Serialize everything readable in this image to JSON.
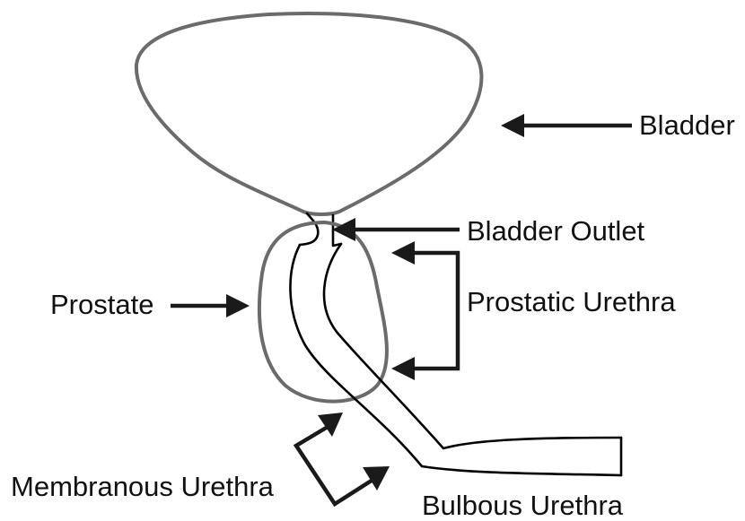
{
  "labels": {
    "bladder": "Bladder",
    "bladder_outlet": "Bladder Outlet",
    "prostate": "Prostate",
    "prostatic_urethra": "Prostatic Urethra",
    "membranous_urethra": "Membranous Urethra",
    "bulbous_urethra": "Bulbous Urethra"
  },
  "colors": {
    "organ_outline": "#6b6b6b",
    "urethra_outline": "#000000",
    "arrows": "#1a1a1a",
    "text": "#111111"
  }
}
